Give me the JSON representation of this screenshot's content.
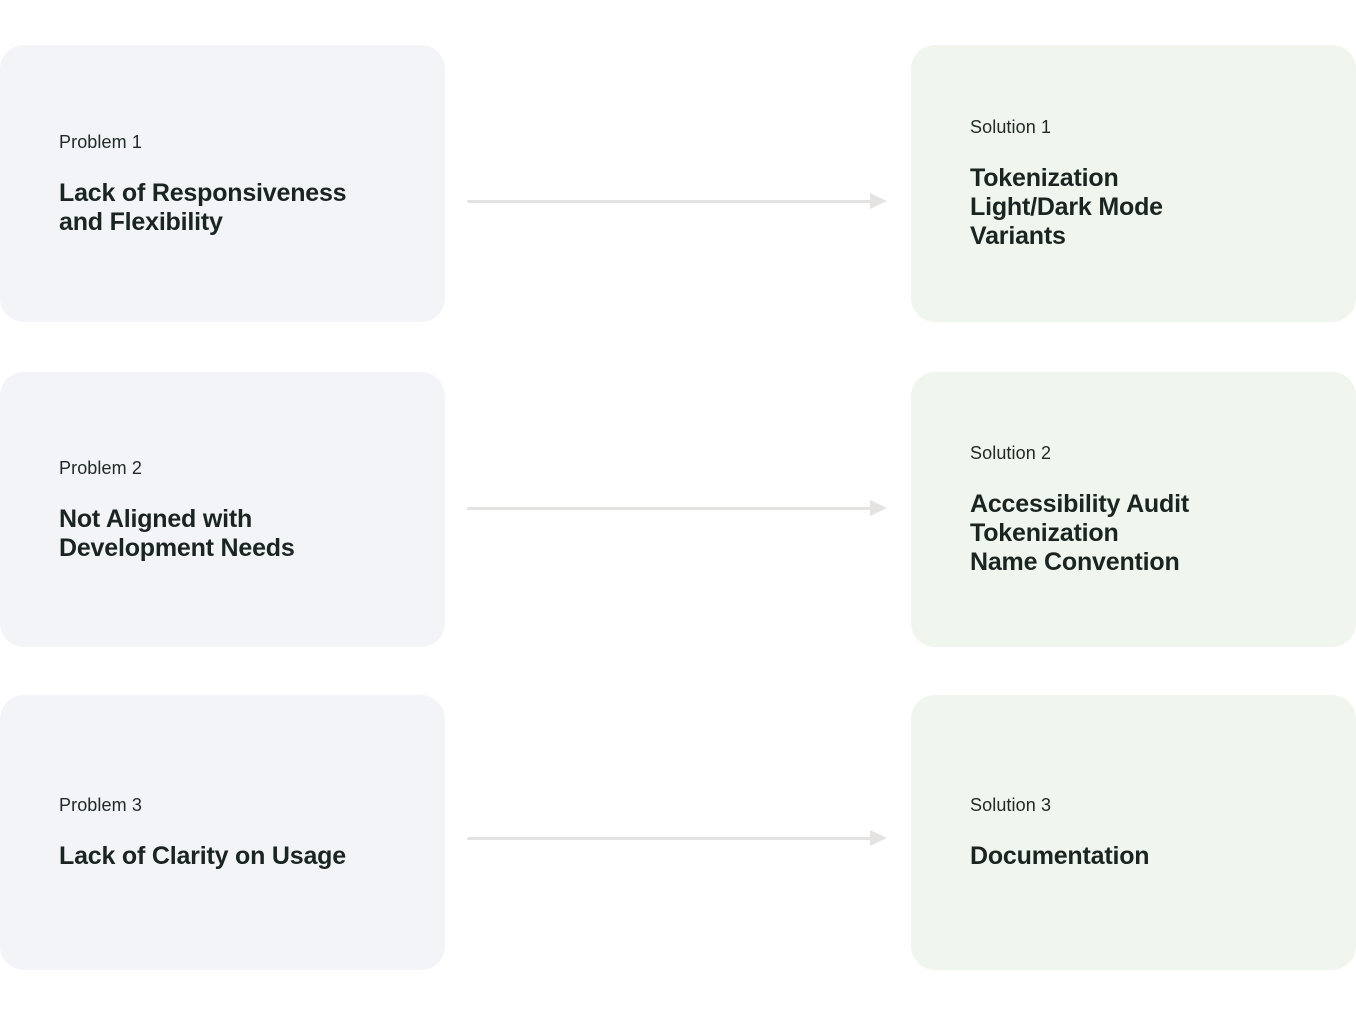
{
  "diagram": {
    "type": "problem-solution-mapping"
  },
  "colors": {
    "background": "#FFFFFF",
    "problem_card_bg": "#F2F4F8",
    "solution_card_bg": "#F0F6EE",
    "label_text": "#202B28",
    "title_text": "#1A2421",
    "arrow": "#E4E3E1"
  },
  "rows": [
    {
      "problem": {
        "label": "Problem 1",
        "title_lines": [
          "Lack of Responsiveness",
          "and Flexibility"
        ]
      },
      "solution": {
        "label": "Solution 1",
        "title_lines": [
          "Tokenization",
          "Light/Dark Mode",
          "Variants"
        ]
      }
    },
    {
      "problem": {
        "label": "Problem 2",
        "title_lines": [
          "Not Aligned with",
          "Development Needs"
        ]
      },
      "solution": {
        "label": "Solution 2",
        "title_lines": [
          "Accessibility Audit",
          "Tokenization",
          "Name Convention"
        ]
      }
    },
    {
      "problem": {
        "label": "Problem 3",
        "title_lines": [
          "Lack of Clarity on Usage"
        ]
      },
      "solution": {
        "label": "Solution 3",
        "title_lines": [
          "Documentation"
        ]
      }
    }
  ]
}
